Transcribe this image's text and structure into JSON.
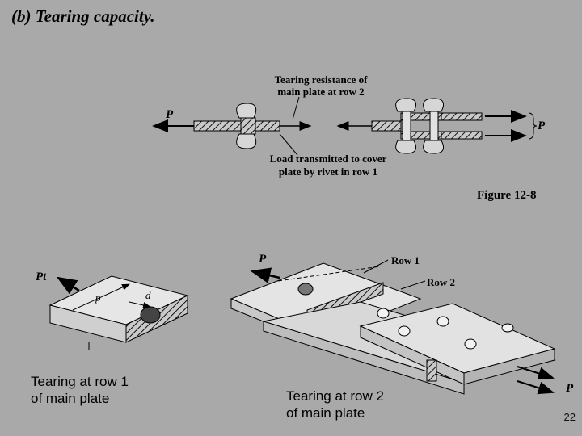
{
  "slide": {
    "title": "(b) Tearing capacity.",
    "page_number": "22"
  },
  "figure_top": {
    "label_tearing_line1": "Tearing resistance of",
    "label_tearing_line2": "main plate at row 2",
    "label_load_line1": "Load transmitted to cover",
    "label_load_line2": "plate by rivet in row 1",
    "load_left": "P",
    "load_right": "P",
    "figure_label": "Figure 12-8"
  },
  "figure_left": {
    "force_label": "Pt",
    "pitch_label": "p",
    "diameter_label": "d"
  },
  "figure_right": {
    "load_top": "P",
    "load_bottom": "P",
    "row1_label": "Row 1",
    "row2_label": "Row 2"
  },
  "captions": {
    "left_line1": "Tearing at row 1",
    "left_line2": "of main plate",
    "right_line1": "Tearing at row 2",
    "right_line2": "of main plate"
  }
}
